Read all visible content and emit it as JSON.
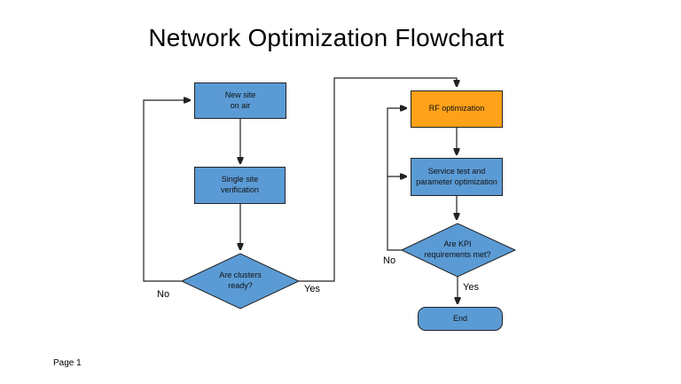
{
  "title": "Network Optimization Flowchart",
  "footer": "Page 1",
  "colors": {
    "process_blue": "#5B9BD5",
    "highlight_orange": "#FFA219",
    "border": "#222222",
    "connector": "#222222",
    "text": "#111111"
  },
  "nodes": {
    "new_site": "New site\non air",
    "single_site": "Single site\nverification",
    "clusters_decision": "Are clusters\nready?",
    "rf_optimization": "RF optimization",
    "service_test": "Service test and\nparameter optimization",
    "kpi_decision": "Are KPI\nrequirements met?",
    "end": "End"
  },
  "edge_labels": {
    "clusters_no": "No",
    "clusters_yes": "Yes",
    "kpi_no": "No",
    "kpi_yes": "Yes"
  }
}
